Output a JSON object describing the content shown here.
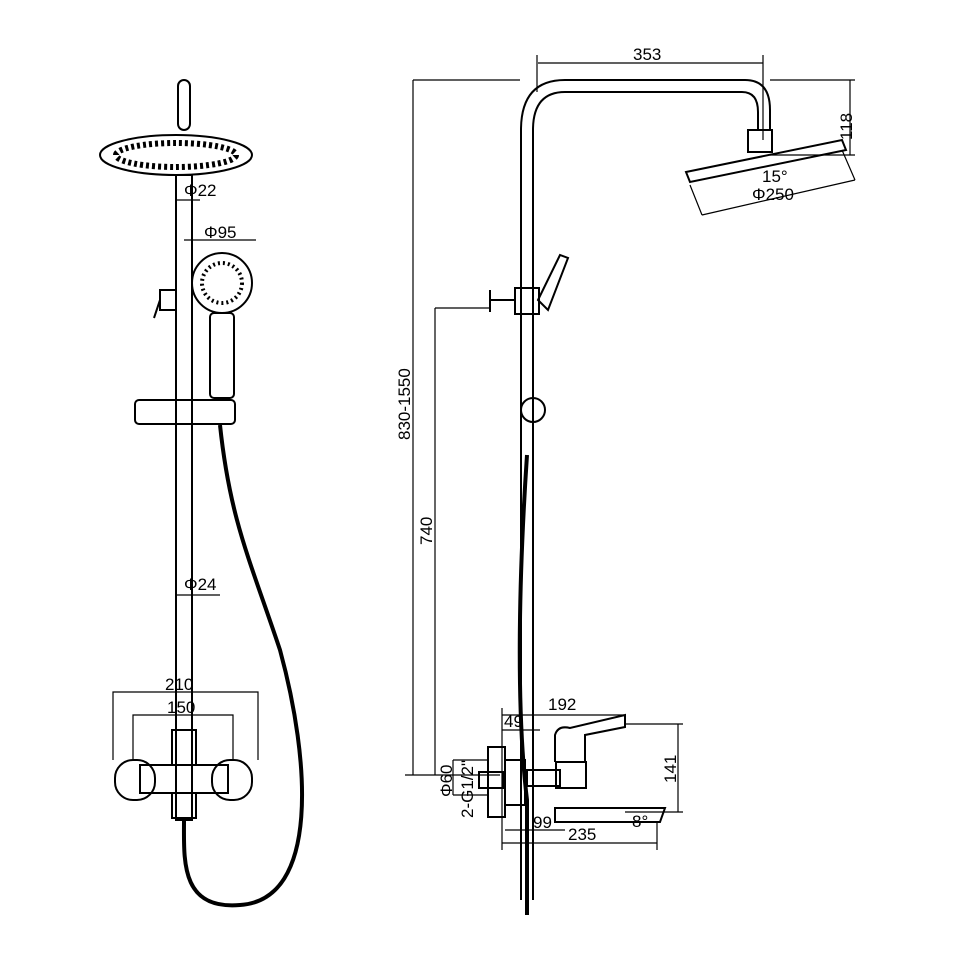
{
  "front_view": {
    "rod_top_diameter": "Φ22",
    "hand_shower_diameter": "Φ95",
    "rod_bottom_diameter": "Φ24",
    "outer_width": "210",
    "inlet_spacing": "150"
  },
  "side_view": {
    "arm_reach": "353",
    "head_drop": "118",
    "head_tilt": "15°",
    "head_diameter": "Φ250",
    "total_height": "830-1550",
    "holder_height": "740",
    "spout_handle_reach": "192",
    "wall_offset": "49",
    "valve_height": "141",
    "escutcheon_diameter": "Φ60",
    "inlet_thread": "2-G1/2\"",
    "diverter_offset": "99",
    "spout_reach": "235",
    "spout_angle": "8°"
  },
  "colors": {
    "line": "#000000",
    "background": "#ffffff"
  }
}
